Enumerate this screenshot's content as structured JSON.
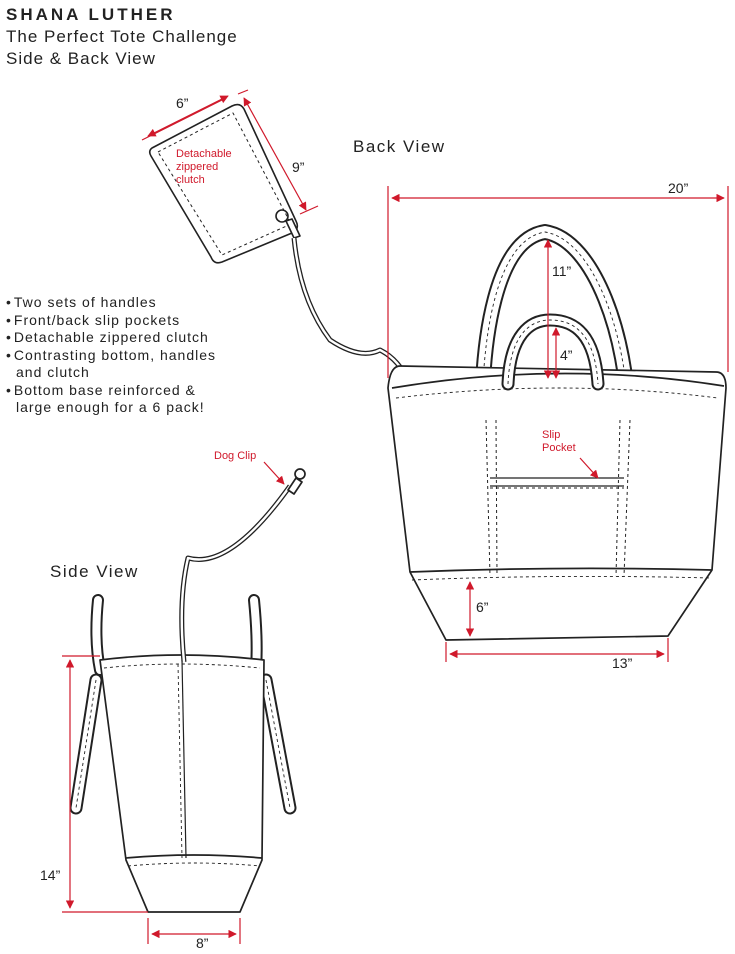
{
  "header": {
    "designer": "SHANA LUTHER",
    "project": "The Perfect Tote Challenge",
    "sheet": "Side & Back View"
  },
  "views": {
    "back": "Back View",
    "side": "Side View"
  },
  "features": [
    "Two sets of handles",
    "Front/back slip pockets",
    "Detachable zippered clutch",
    "Contrasting bottom, handles\nand clutch",
    "Bottom base reinforced &\nlarge enough for a 6 pack!"
  ],
  "callouts": {
    "clutch_line1": "Detachable",
    "clutch_line2": "zippered",
    "clutch_line3": "clutch",
    "dog_clip": "Dog Clip",
    "slip_line1": "Slip",
    "slip_line2": "Pocket"
  },
  "dimensions": {
    "clutch_width": "6”",
    "clutch_height": "9”",
    "top_width": "20”",
    "long_handle": "11”",
    "short_handle": "4”",
    "base_height": "6”",
    "base_width": "13”",
    "side_height": "14”",
    "side_depth": "8”"
  },
  "colors": {
    "accent": "#d0192b",
    "ink": "#222222"
  }
}
